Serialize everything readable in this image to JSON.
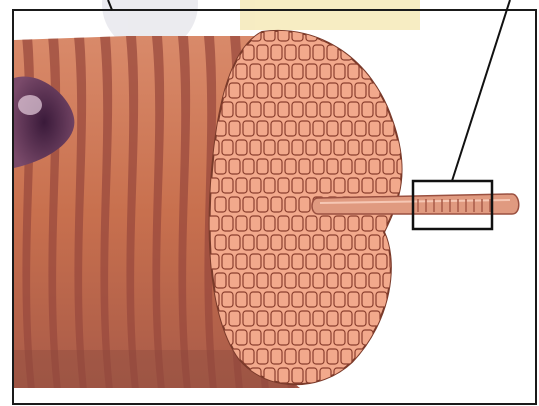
{
  "figure": {
    "subject": "muscle-fiber-cross-section",
    "parts": [
      "muscle-fiber",
      "myofibrils-cross-section",
      "single-myofibril",
      "highlight-box",
      "label-leader-lines"
    ],
    "colors": {
      "background": "#ffffff",
      "frame": "#1a1a1a",
      "fiber_base": "#c8704e",
      "fiber_stripe": "#9a4a3e",
      "fiber_shadow": "#5a2a3a",
      "cross_section": "#f2a98c",
      "cell_outline": "#8a3f2e",
      "myofibril": "#e09a80",
      "watermark": "#f3e3a0"
    }
  }
}
